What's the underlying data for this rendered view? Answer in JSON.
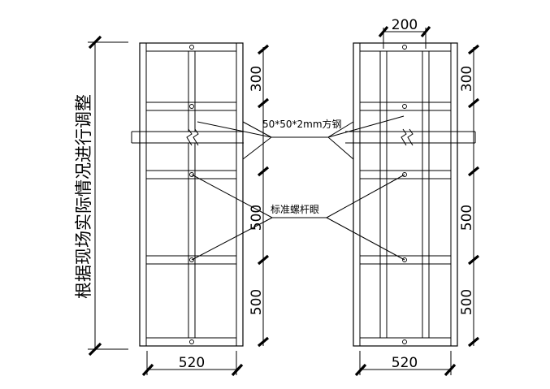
{
  "side_note": "根据现场实际情况进行调整",
  "labels": {
    "steel_member": "50*50*2mm方钢",
    "tie_rod_hole": "标准螺杆眼"
  },
  "dimensions": {
    "left_width": "520",
    "right_width": "520",
    "right_top_gap": "200",
    "left_top_spacing": "300",
    "left_mid_spacing": "500",
    "left_low_spacing": "500",
    "right_top_spacing": "300",
    "right_mid_spacing": "500",
    "right_low_spacing": "500"
  }
}
